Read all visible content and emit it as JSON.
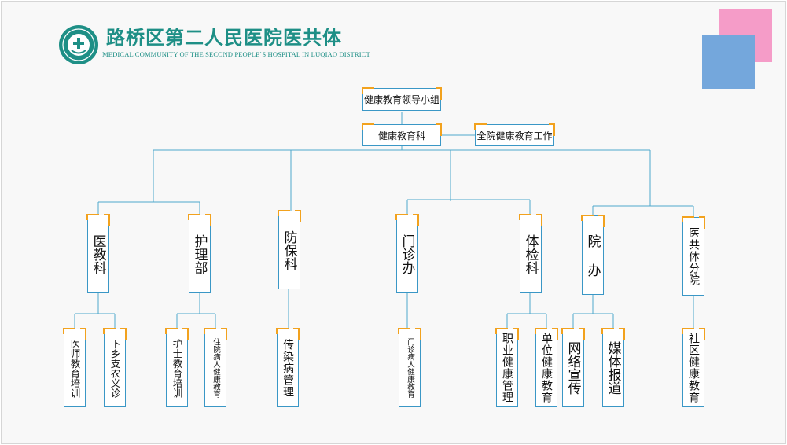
{
  "header": {
    "title": "路桥区第二人民医院医共体",
    "subtitle": "MEDICAL COMMUNITY OF THE SECOND PEOPLE`S HOSPITAL IN LUQIAO DISTRICT"
  },
  "colors": {
    "brand": "#1e8f86",
    "box_border": "#3a97c6",
    "corner_accent": "#f2a21e",
    "deco_pink": "#f59cc8",
    "deco_blue": "#74a7dc"
  },
  "org": {
    "leader": "健康教育领导小组",
    "office": "健康教育科",
    "side": "全院健康教育工作",
    "departments": [
      {
        "name": "医教科",
        "children": [
          "医师教育培训",
          "下乡支农义诊"
        ]
      },
      {
        "name": "护理部",
        "children": [
          "护士教育培训",
          "住院病人健康教育"
        ]
      },
      {
        "name": "防保科",
        "children": [
          "传染病管理"
        ]
      },
      {
        "name": "门诊办",
        "children": [
          "门诊病人健康教育"
        ]
      },
      {
        "name": "体检科",
        "children": [
          "职业健康管理",
          "单位健康教育"
        ]
      },
      {
        "name": "院 办",
        "children": [
          "网络宣传",
          "媒体报道"
        ]
      },
      {
        "name": "医共体分院",
        "children": [
          "社区健康教育"
        ]
      }
    ]
  }
}
